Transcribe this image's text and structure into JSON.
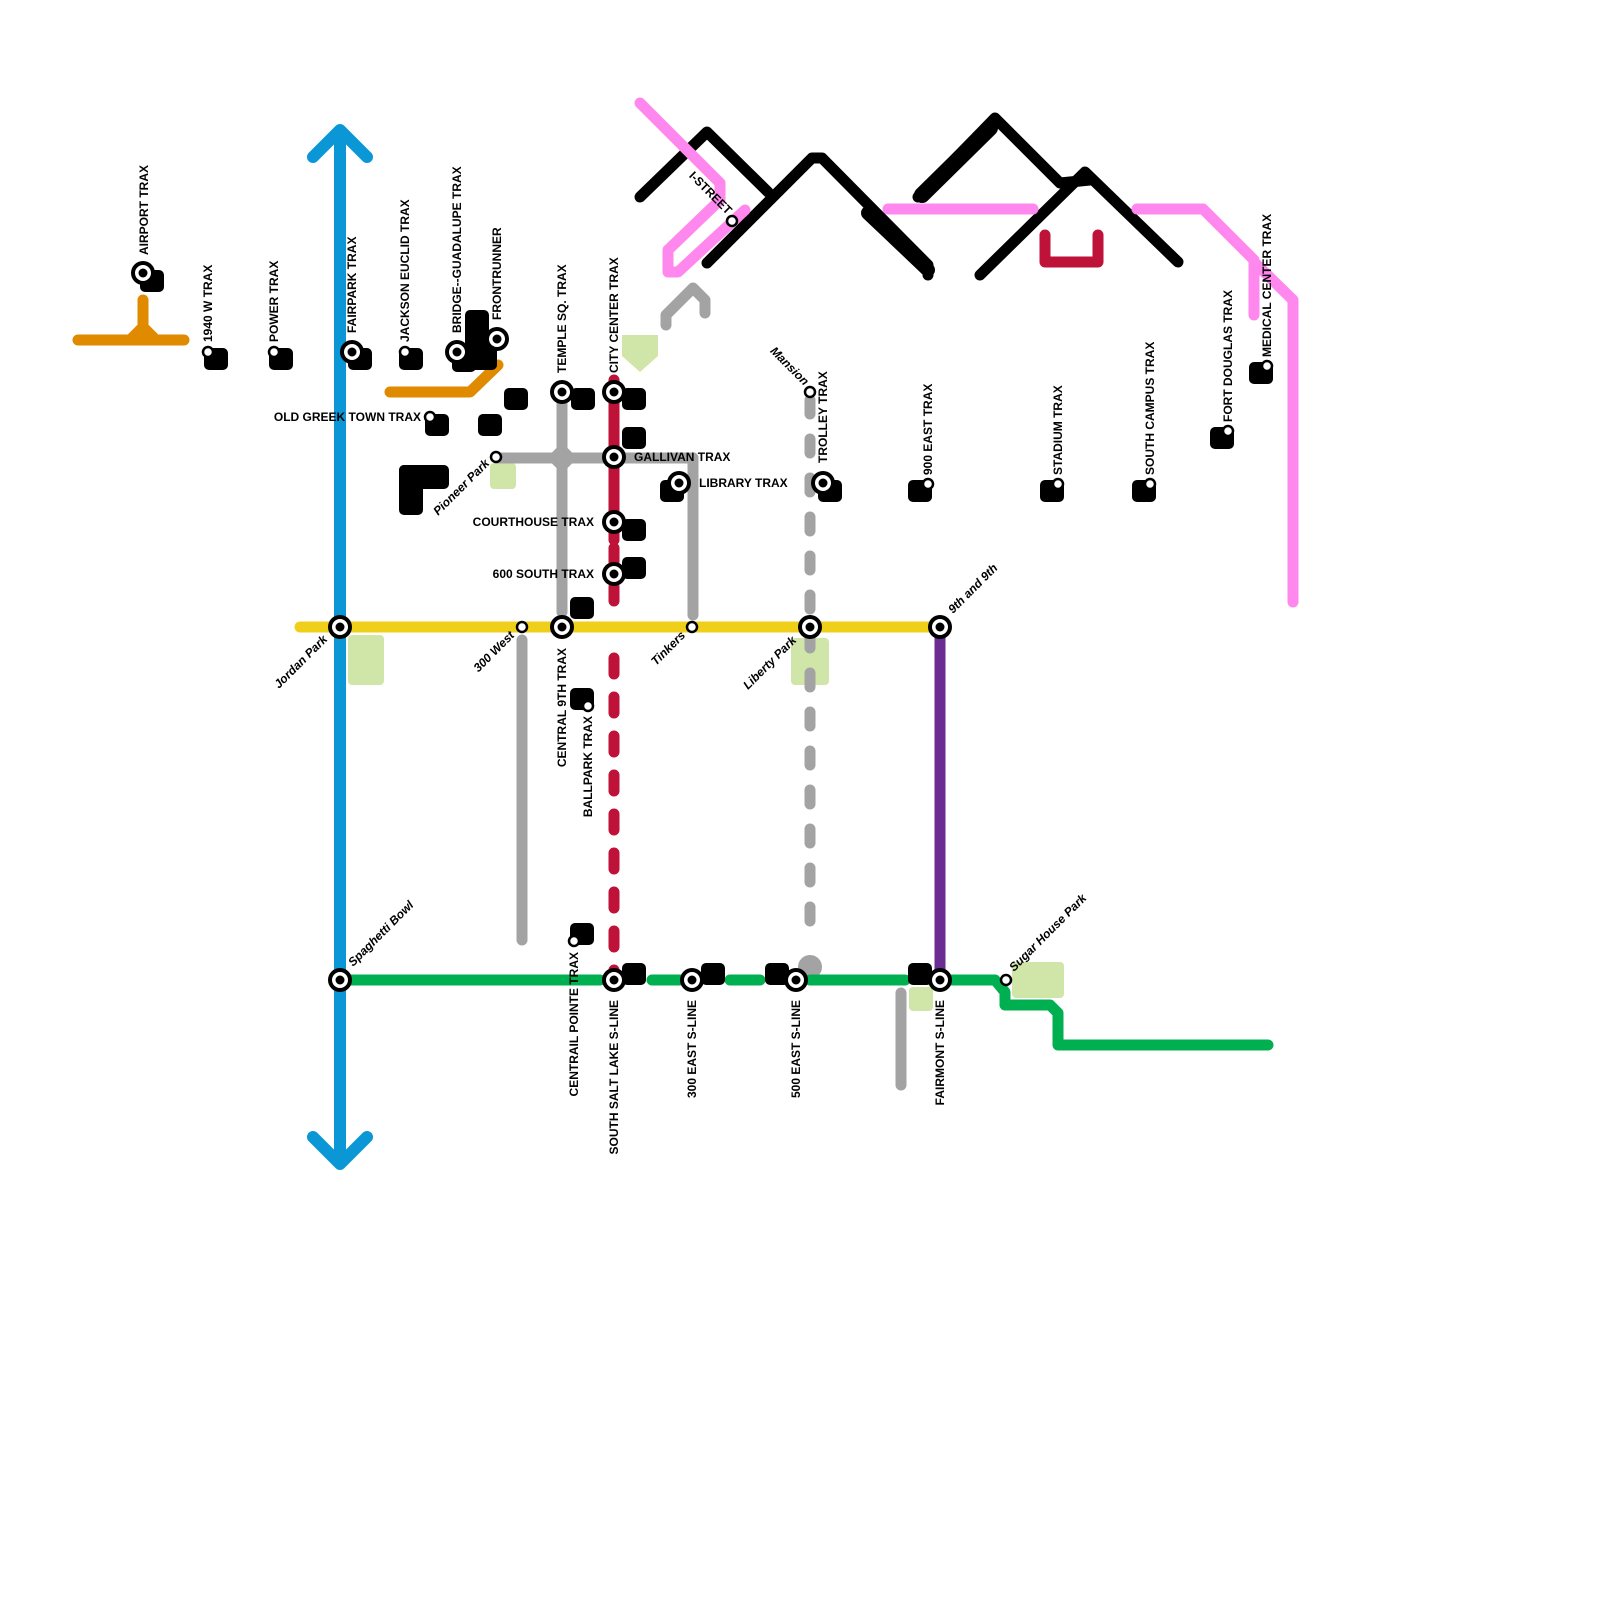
{
  "colors": {
    "blue_line": "#0b96d6",
    "yellow_line": "#f0cf1a",
    "red_line": "#bf1238",
    "green_line": "#00b050",
    "purple_line": "#6b2d91",
    "gray_line": "#a3a3a3",
    "pink_line": "#ff88ee",
    "orange_line": "#e08a00",
    "black_line": "#000000",
    "park": "#d0e6a8"
  },
  "stations": [
    {
      "name": "AIRPORT TRAX",
      "type": "interchange"
    },
    {
      "name": "1940 W TRAX",
      "type": "stop"
    },
    {
      "name": "POWER TRAX",
      "type": "stop"
    },
    {
      "name": "FAIRPARK TRAX",
      "type": "interchange"
    },
    {
      "name": "JACKSON EUCLID TRAX",
      "type": "stop"
    },
    {
      "name": "BRIDGE--GUADALUPE TRAX",
      "type": "interchange"
    },
    {
      "name": "FRONTRUNNER",
      "type": "interchange"
    },
    {
      "name": "TEMPLE SQ. TRAX",
      "type": "interchange"
    },
    {
      "name": "CITY CENTER TRAX",
      "type": "interchange"
    },
    {
      "name": "GALLIVAN TRAX",
      "type": "interchange"
    },
    {
      "name": "COURTHOUSE TRAX",
      "type": "interchange"
    },
    {
      "name": "600 SOUTH TRAX",
      "type": "interchange"
    },
    {
      "name": "OLD GREEK TOWN TRAX",
      "type": "stop"
    },
    {
      "name": "Pioneer Park",
      "type": "stop"
    },
    {
      "name": "LIBRARY TRAX",
      "type": "interchange"
    },
    {
      "name": "I-STREET",
      "type": "stop"
    },
    {
      "name": "Mansion",
      "type": "stop"
    },
    {
      "name": "TROLLEY TRAX",
      "type": "interchange"
    },
    {
      "name": "900 EAST TRAX",
      "type": "stop"
    },
    {
      "name": "STADIUM TRAX",
      "type": "stop"
    },
    {
      "name": "SOUTH CAMPUS TRAX",
      "type": "stop"
    },
    {
      "name": "FORT DOUGLAS TRAX",
      "type": "stop"
    },
    {
      "name": "MEDICAL CENTER TRAX",
      "type": "stop"
    },
    {
      "name": "Jordan Park",
      "type": "interchange"
    },
    {
      "name": "300 West",
      "type": "stop"
    },
    {
      "name": "CENTRAL 9TH TRAX",
      "type": "interchange"
    },
    {
      "name": "Tinkers",
      "type": "stop"
    },
    {
      "name": "Liberty Park",
      "type": "interchange"
    },
    {
      "name": "9th and 9th",
      "type": "interchange"
    },
    {
      "name": "BALLPARK TRAX",
      "type": "stop"
    },
    {
      "name": "Spaghetti Bowl",
      "type": "interchange"
    },
    {
      "name": "CENTRAIL POINTE TRAX",
      "type": "stop"
    },
    {
      "name": "SOUTH SALT LAKE S-LINE",
      "type": "interchange"
    },
    {
      "name": "300 EAST S-LINE",
      "type": "interchange"
    },
    {
      "name": "500 EAST S-LINE",
      "type": "interchange"
    },
    {
      "name": "FAIRMONT S-LINE",
      "type": "interchange"
    },
    {
      "name": "Sugar House Park",
      "type": "stop"
    }
  ]
}
